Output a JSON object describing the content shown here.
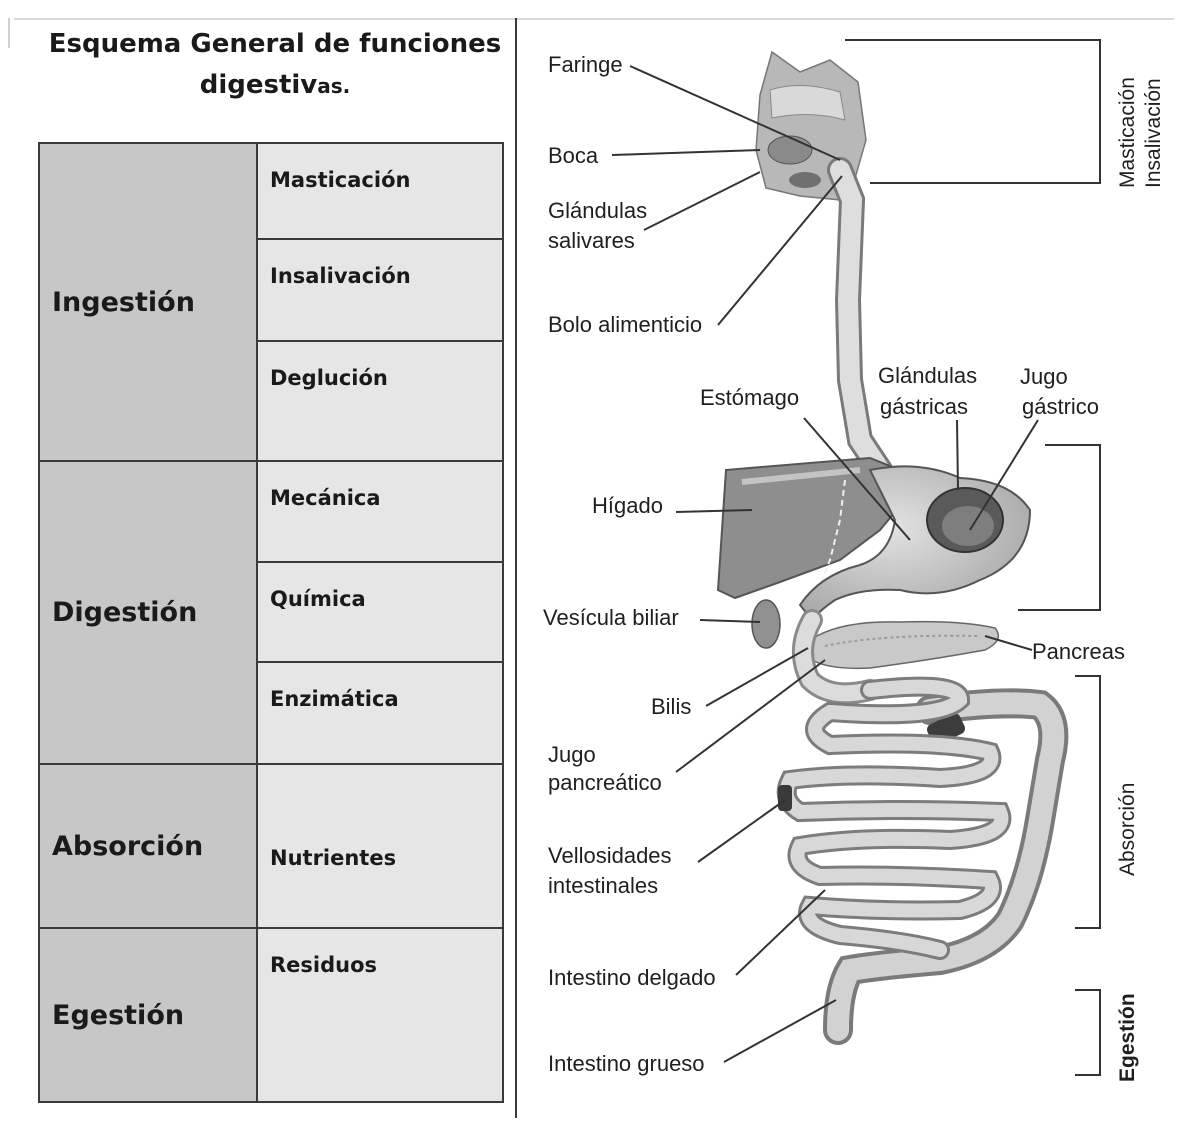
{
  "title": {
    "line1": "Esquema General de funciones",
    "line2_main": "digestiv",
    "line2_tail": "as."
  },
  "table": {
    "rows": [
      {
        "category": "Ingestión",
        "items": [
          "Masticación",
          "Insalivación",
          "Deglución"
        ]
      },
      {
        "category": "Digestión",
        "items": [
          "Mecánica",
          "Química",
          "Enzimática"
        ]
      },
      {
        "category": "Absorción",
        "items": [
          "Nutrientes"
        ]
      },
      {
        "category": "Egestión",
        "items": [
          "Residuos"
        ]
      }
    ]
  },
  "diagram": {
    "labels": {
      "faringe": "Faringe",
      "boca": "Boca",
      "glandulas_salivares_1": "Glándulas",
      "glandulas_salivares_2": "salivares",
      "bolo": "Bolo alimenticio",
      "estomago": "Estómago",
      "glandulas_gastricas_1": "Glándulas",
      "glandulas_gastricas_2": "gástricas",
      "jugo_gastrico_1": "Jugo",
      "jugo_gastrico_2": "gástrico",
      "higado": "Hígado",
      "vesicula": "Vesícula biliar",
      "pancreas": "Pancreas",
      "bilis": "Bilis",
      "jugo_pancreatico_1": "Jugo",
      "jugo_pancreatico_2": "pancreático",
      "vellosidades_1": "Vellosidades",
      "vellosidades_2": "intestinales",
      "intestino_delgado": "Intestino delgado",
      "intestino_grueso": "Intestino grueso"
    },
    "brackets": {
      "masticacion": "Masticación",
      "insalivacion": "Insalivación",
      "absorcion": "Absorción",
      "egestion": "Egestión"
    }
  }
}
